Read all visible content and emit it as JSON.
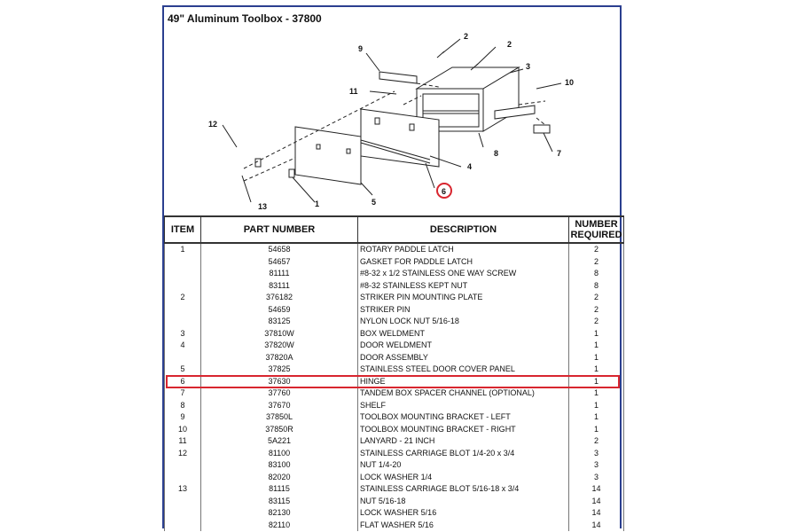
{
  "title": "49\" Aluminum Toolbox - 37800",
  "callouts": [
    "2",
    "2",
    "3",
    "9",
    "10",
    "11",
    "12",
    "8",
    "7",
    "4",
    "5",
    "1",
    "13",
    "6"
  ],
  "table": {
    "headers": [
      "ITEM",
      "PART NUMBER",
      "DESCRIPTION",
      "NUMBER\nREQUIRED"
    ],
    "rows": [
      {
        "item": "1",
        "part": "54658",
        "desc": "ROTARY PADDLE LATCH",
        "qty": "2"
      },
      {
        "item": "",
        "part": "54657",
        "desc": "GASKET FOR PADDLE LATCH",
        "qty": "2"
      },
      {
        "item": "",
        "part": "81111",
        "desc": "#8-32 x 1/2 STAINLESS ONE WAY SCREW",
        "qty": "8"
      },
      {
        "item": "",
        "part": "83111",
        "desc": "#8-32 STAINLESS KEPT NUT",
        "qty": "8"
      },
      {
        "item": "2",
        "part": "376182",
        "desc": "STRIKER PIN MOUNTING PLATE",
        "qty": "2"
      },
      {
        "item": "",
        "part": "54659",
        "desc": "STRIKER PIN",
        "qty": "2"
      },
      {
        "item": "",
        "part": "83125",
        "desc": "NYLON LOCK NUT 5/16-18",
        "qty": "2"
      },
      {
        "item": "3",
        "part": "37810W",
        "desc": "BOX WELDMENT",
        "qty": "1"
      },
      {
        "item": "4",
        "part": "37820W",
        "desc": "DOOR WELDMENT",
        "qty": "1"
      },
      {
        "item": "",
        "part": "37820A",
        "desc": "DOOR ASSEMBLY",
        "qty": "1"
      },
      {
        "item": "5",
        "part": "37825",
        "desc": "STAINLESS STEEL DOOR COVER PANEL",
        "qty": "1"
      },
      {
        "item": "6",
        "part": "37630",
        "desc": "HINGE",
        "qty": "1"
      },
      {
        "item": "7",
        "part": "37760",
        "desc": "TANDEM BOX SPACER CHANNEL (OPTIONAL)",
        "qty": "1"
      },
      {
        "item": "8",
        "part": "37670",
        "desc": "SHELF",
        "qty": "1"
      },
      {
        "item": "9",
        "part": "37850L",
        "desc": "TOOLBOX MOUNTING BRACKET - LEFT",
        "qty": "1"
      },
      {
        "item": "10",
        "part": "37850R",
        "desc": "TOOLBOX MOUNTING BRACKET - RIGHT",
        "qty": "1"
      },
      {
        "item": "11",
        "part": "5A221",
        "desc": "LANYARD - 21 INCH",
        "qty": "2"
      },
      {
        "item": "12",
        "part": "81100",
        "desc": "STAINLESS CARRIAGE BLOT 1/4-20 x 3/4",
        "qty": "3"
      },
      {
        "item": "",
        "part": "83100",
        "desc": "NUT 1/4-20",
        "qty": "3"
      },
      {
        "item": "",
        "part": "82020",
        "desc": "LOCK WASHER 1/4",
        "qty": "3"
      },
      {
        "item": "13",
        "part": "81115",
        "desc": "STAINLESS CARRIAGE BLOT 5/16-18 x 3/4",
        "qty": "14"
      },
      {
        "item": "",
        "part": "83115",
        "desc": "NUT 5/16-18",
        "qty": "14"
      },
      {
        "item": "",
        "part": "82130",
        "desc": "LOCK WASHER 5/16",
        "qty": "14"
      },
      {
        "item": "",
        "part": "82110",
        "desc": "FLAT WASHER 5/16",
        "qty": "14"
      }
    ]
  },
  "highlight_color": "#d8262f",
  "border_color": "#2b3f8f"
}
